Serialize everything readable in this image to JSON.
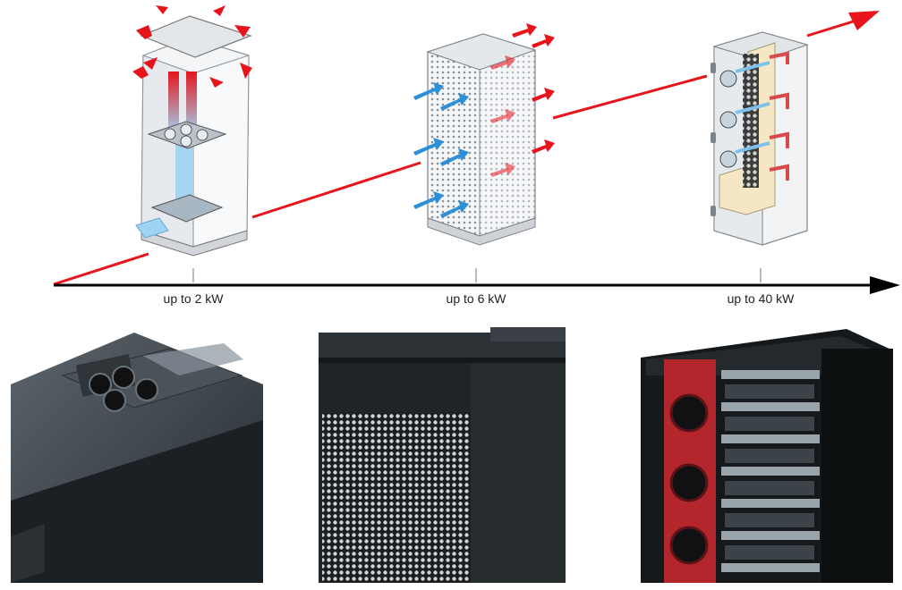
{
  "axis": {
    "labels": [
      "up to 2 kW",
      "up to 6 kW",
      "up to 40 kW"
    ]
  },
  "colors": {
    "trend_arrow": "#e8141b",
    "axis": "#000000",
    "warm_air": "#e8141b",
    "cool_air": "#2d8fd8",
    "cabinet_panel": "#eef0f2",
    "chiller": "#f5e6c4",
    "photo_dark": "#1d2226",
    "fan_housing_red": "#b3262c"
  },
  "icons": {
    "cabinet_1": "cabinet-roof-fan-icon",
    "cabinet_2": "cabinet-perforated-door-icon",
    "cabinet_3": "cabinet-liquid-cooled-icon"
  }
}
